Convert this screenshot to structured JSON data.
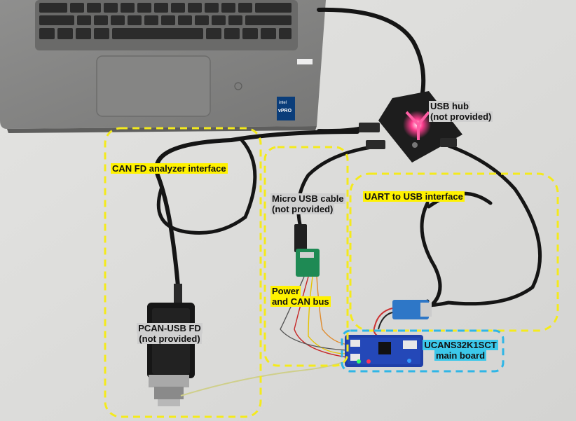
{
  "labels": {
    "usb_hub": [
      "USB hub",
      "(not provided)"
    ],
    "can_fd": [
      "CAN FD analyzer interface"
    ],
    "micro_usb": [
      "Micro USB cable",
      "(not provided)"
    ],
    "uart": [
      "UART to USB interface"
    ],
    "power": [
      "Power",
      "and CAN bus"
    ],
    "pcan": [
      "PCAN-USB FD",
      "(not provided)"
    ],
    "ucans": [
      "UCANS32K1SCT",
      "main board"
    ]
  },
  "laptop": {
    "badge_brand": "intel",
    "badge_text": "vPRO"
  },
  "colors": {
    "highlight_yellow": "#fff200",
    "highlight_cyan": "#3cc8ea",
    "dashed_yellow": "#f4ea1c",
    "dashed_cyan": "#2fb6e6"
  }
}
